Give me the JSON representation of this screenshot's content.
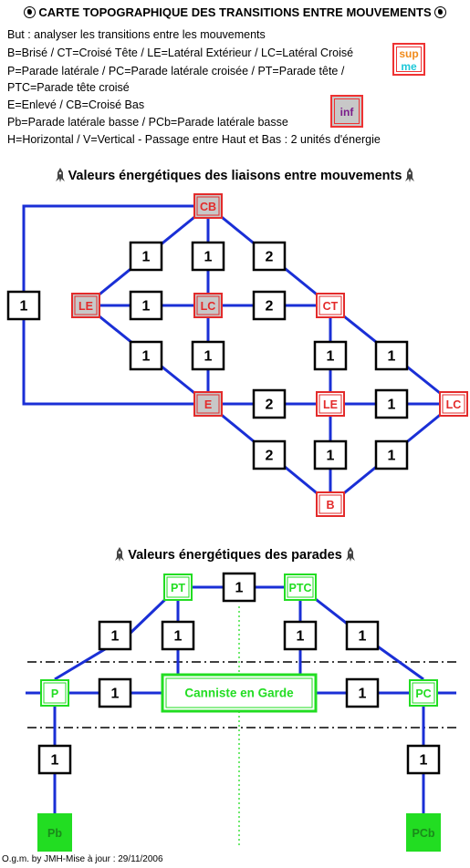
{
  "header": {
    "title": "CARTE TOPOGRAPHIQUE DES TRANSITIONS ENTRE MOUVEMENTS",
    "legend": [
      "But : analyser les transitions entre les mouvements",
      "B=Brisé / CT=Croisé Tête / LE=Latéral Extérieur / LC=Latéral Croisé",
      "P=Parade latérale / PC=Parade latérale croisée / PT=Parade tête /",
      "PTC=Parade tête croisé",
      "E=Enlevé / CB=Croisé Bas",
      "Pb=Parade latérale basse / PCb=Parade latérale basse",
      "H=Horizontal / V=Vertical - Passage entre Haut et Bas  : 2 unités d'énergie"
    ],
    "sup_label_1": "sup",
    "sup_label_2": "me",
    "inf_label": "inf"
  },
  "colors": {
    "line": "#1a2fd6",
    "red": "#e32b2b",
    "green": "#22dd22",
    "grey": "#c8c8c8",
    "sup_orange": "#f08a1a",
    "sup_cyan": "#1ec8d8",
    "inf_purple": "#7a1a8a"
  },
  "section1": {
    "title": "Valeurs énergétiques des liaisons entre mouvements",
    "nodes": [
      {
        "label": "CB",
        "level": "inf"
      },
      {
        "label": "LE",
        "level": "inf"
      },
      {
        "label": "LC",
        "level": "inf"
      },
      {
        "label": "CT",
        "level": "sup"
      },
      {
        "label": "E",
        "level": "inf"
      },
      {
        "label": "LE",
        "level": "sup"
      },
      {
        "label": "LC",
        "level": "sup"
      },
      {
        "label": "B",
        "level": "sup"
      }
    ],
    "edges": [
      {
        "from": "CB",
        "to": "LE (inf)",
        "value": "1"
      },
      {
        "from": "CB",
        "to": "LC (inf)",
        "value": "1"
      },
      {
        "from": "CB",
        "to": "CT",
        "value": "2"
      },
      {
        "from": "CB",
        "to": "E",
        "value": "1"
      },
      {
        "from": "LE (inf)",
        "to": "LC (inf)",
        "value": "1"
      },
      {
        "from": "LC (inf)",
        "to": "CT",
        "value": "2"
      },
      {
        "from": "LE (inf)",
        "to": "E",
        "value": "1"
      },
      {
        "from": "LC (inf)",
        "to": "E",
        "value": "1"
      },
      {
        "from": "CT",
        "to": "LE (sup)",
        "value": "1"
      },
      {
        "from": "CT",
        "to": "LC (sup)",
        "value": "1"
      },
      {
        "from": "E",
        "to": "LE (sup)",
        "value": "2"
      },
      {
        "from": "LE (sup)",
        "to": "LC (sup)",
        "value": "1"
      },
      {
        "from": "E",
        "to": "B",
        "value": "2"
      },
      {
        "from": "LE (sup)",
        "to": "B",
        "value": "1"
      },
      {
        "from": "LC (sup)",
        "to": "B",
        "value": "1"
      }
    ]
  },
  "section2": {
    "title": "Valeurs énergétiques des parades",
    "nodes": [
      {
        "label": "PT",
        "level": "sup"
      },
      {
        "label": "PTC",
        "level": "sup"
      },
      {
        "label": "P",
        "level": "sup"
      },
      {
        "label": "PC",
        "level": "sup"
      },
      {
        "label": "Pb",
        "level": "inf"
      },
      {
        "label": "PCb",
        "level": "inf"
      }
    ],
    "center_label": "Canniste en Garde",
    "edges": [
      {
        "from": "PT",
        "to": "PTC",
        "value": "1"
      },
      {
        "from": "PT",
        "to": "P",
        "value": "1"
      },
      {
        "from": "PT",
        "to": "Canniste en Garde",
        "value": "1"
      },
      {
        "from": "PTC",
        "to": "Canniste en Garde",
        "value": "1"
      },
      {
        "from": "PTC",
        "to": "PC",
        "value": "1"
      },
      {
        "from": "P",
        "to": "Canniste en Garde",
        "value": "1"
      },
      {
        "from": "Canniste en Garde",
        "to": "PC",
        "value": "1"
      },
      {
        "from": "P",
        "to": "Pb",
        "value": "1"
      },
      {
        "from": "PC",
        "to": "PCb",
        "value": "1"
      }
    ]
  },
  "footer": "O.g.m. by JMH-Mise à jour : 29/11/2006"
}
